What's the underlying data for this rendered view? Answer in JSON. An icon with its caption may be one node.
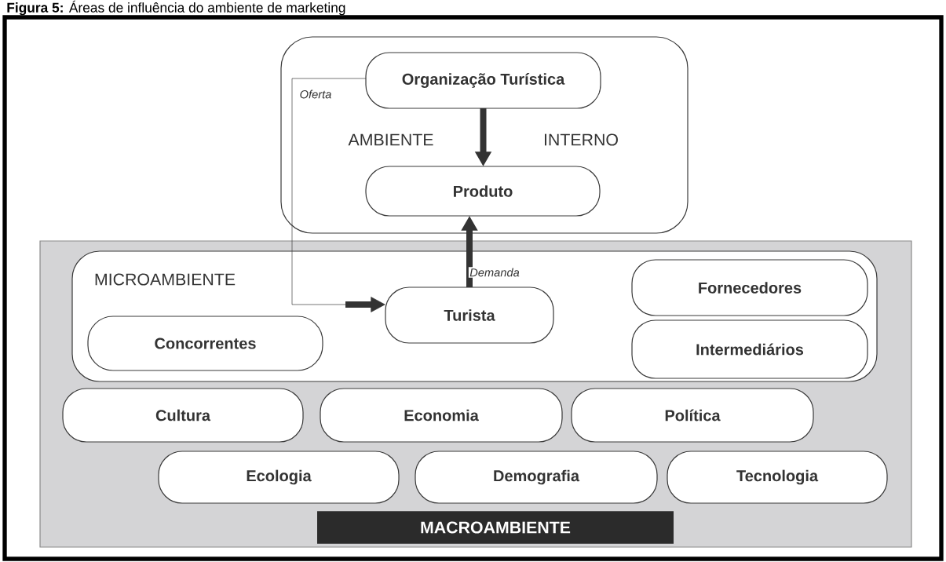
{
  "diagram": {
    "title": "**Figura 5:** Áreas de influência do ambiente de marketing",
    "nodes": [
      {
        "text": [
          "AMBIENTE",
          "INTERNO"
        ]
      },
      {
        "text": [
          "Organização Turística"
        ],
        "in": 0
      },
      {
        "text": [
          "Produto"
        ],
        "in": 0
      },
      {
        "text": [
          "MACROAMBIENTE"
        ]
      },
      {
        "text": [
          "MICROAMBIENTE"
        ],
        "in": 3
      },
      {
        "text": [
          "Turista"
        ],
        "in": 4
      },
      {
        "text": [
          "Fornecedores"
        ],
        "in": 4
      },
      {
        "text": [
          "Concorrentes"
        ],
        "in": 4
      },
      {
        "text": [
          "Intermediários"
        ],
        "in": 4
      },
      {
        "text": [
          "Cultura"
        ],
        "in": 3
      },
      {
        "text": [
          "Economia"
        ],
        "in": 3
      },
      {
        "text": [
          "Política"
        ],
        "in": 3
      },
      {
        "text": [
          "Ecologia"
        ],
        "in": 3
      },
      {
        "text": [
          "Demografia"
        ],
        "in": 3
      },
      {
        "text": [
          "Tecnologia"
        ],
        "in": 3
      }
    ],
    "edges": [
      {
        "from": 1,
        "to": 2,
        "arrow": "to"
      },
      {
        "from": 5,
        "to": 2,
        "arrow": "to",
        "label": "Demanda"
      },
      {
        "from": 1,
        "to": 5,
        "arrow": "to",
        "label": "Oferta"
      }
    ]
  }
}
